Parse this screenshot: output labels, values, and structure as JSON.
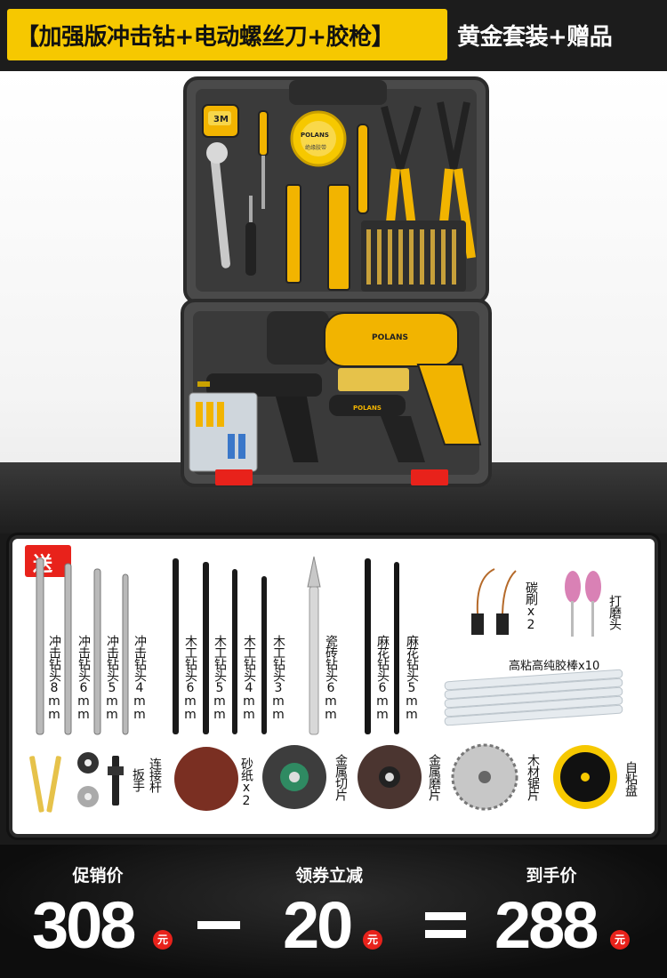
{
  "banner": {
    "highlight": "【加强版冲击钻+电动螺丝刀+胶枪】",
    "suffix": "黄金套装+赠品"
  },
  "product": {
    "tape_label": "3M",
    "tape_brand": "POLANS",
    "tape_sub": "绝缘胶带",
    "drill_brand": "POLANS",
    "screwdriver_brand": "POLANS"
  },
  "gifts": {
    "badge": "送",
    "items": [
      {
        "label": "冲击钻头8mm"
      },
      {
        "label": "冲击钻头6mm"
      },
      {
        "label": "冲击钻头5mm"
      },
      {
        "label": "冲击钻头4mm"
      },
      {
        "label": "木工钻头6mm"
      },
      {
        "label": "木工钻头5mm"
      },
      {
        "label": "木工钻头4mm"
      },
      {
        "label": "木工钻头3mm"
      },
      {
        "label": "瓷砖钻头6mm"
      },
      {
        "label": "麻花钻头6mm"
      },
      {
        "label": "麻花钻头5mm"
      },
      {
        "label": "碳刷x2"
      },
      {
        "label": "打磨头"
      },
      {
        "label": "高粘高纯胶棒x10"
      },
      {
        "label": "扳手"
      },
      {
        "label": "连接杆"
      },
      {
        "label": "砂纸x2"
      },
      {
        "label": "金属切片"
      },
      {
        "label": "金属磨片"
      },
      {
        "label": "木材锯片"
      },
      {
        "label": "自粘盘"
      }
    ]
  },
  "price": {
    "promo_label": "促销价",
    "promo_value": "308",
    "coupon_label": "领券立减",
    "coupon_value": "20",
    "final_label": "到手价",
    "final_value": "288",
    "currency": "元"
  },
  "colors": {
    "accent_yellow": "#f6c800",
    "badge_red": "#e8221b",
    "dark": "#1c1c1c"
  }
}
